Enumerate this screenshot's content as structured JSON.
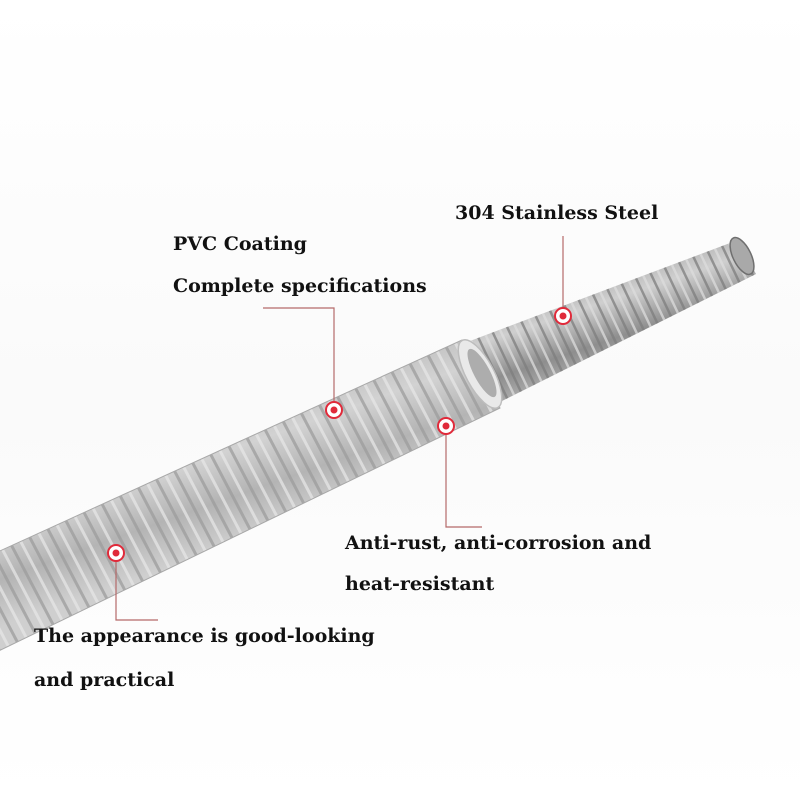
{
  "colors": {
    "background": "#ffffff",
    "callout_line": "#b56a6a",
    "marker": "#e02a3a",
    "text": "#111111"
  },
  "callouts": {
    "steel": {
      "label": "304 Stainless Steel"
    },
    "pvc": {
      "line1": "PVC Coating",
      "line2": "Complete specifications"
    },
    "rust": {
      "line1": "Anti-rust, anti-corrosion and",
      "line2": "heat-resistant"
    },
    "appearance": {
      "line1": "The appearance is good-looking",
      "line2": "and practical"
    }
  }
}
